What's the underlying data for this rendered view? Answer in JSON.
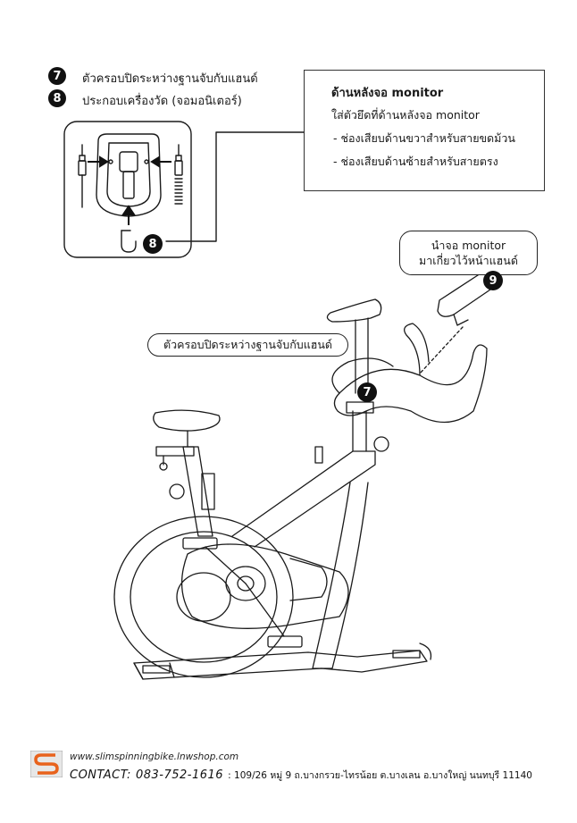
{
  "steps": [
    {
      "number": "7",
      "text": "ตัวครอบปิดระหว่างฐานจับกับแฮนด์"
    },
    {
      "number": "8",
      "text": "ประกอบเครื่องวัด (จอมอนิเตอร์)"
    }
  ],
  "note": {
    "title": "ด้านหลังจอ monitor",
    "line1": "ใส่ตัวยึดที่ด้านหลังจอ monitor",
    "bullet1": "- ช่องเสียบด้านขวาสำหรับสายขดม้วน",
    "bullet2": "- ช่องเสียบด้านซ้ายสำหรับสายตรง"
  },
  "callouts": {
    "monitor_line1": "นำจอ monitor",
    "monitor_line2": "มาเกี่ยวไว้หน้าแฮนด์",
    "cover": "ตัวครอบปิดระหว่างฐานจับกับแฮนด์"
  },
  "markers": {
    "seven": "7",
    "eight": "8",
    "nine": "9"
  },
  "footer": {
    "url": "www.slimspinningbike.lnwshop.com",
    "contact_label": "CONTACT:",
    "phone": "083-752-1616",
    "address": ": 109/26 หมู่ 9 ถ.บางกรวย-ไทรน้อย ต.บางเลน อ.บางใหญ่ นนทบุรี 11140"
  }
}
